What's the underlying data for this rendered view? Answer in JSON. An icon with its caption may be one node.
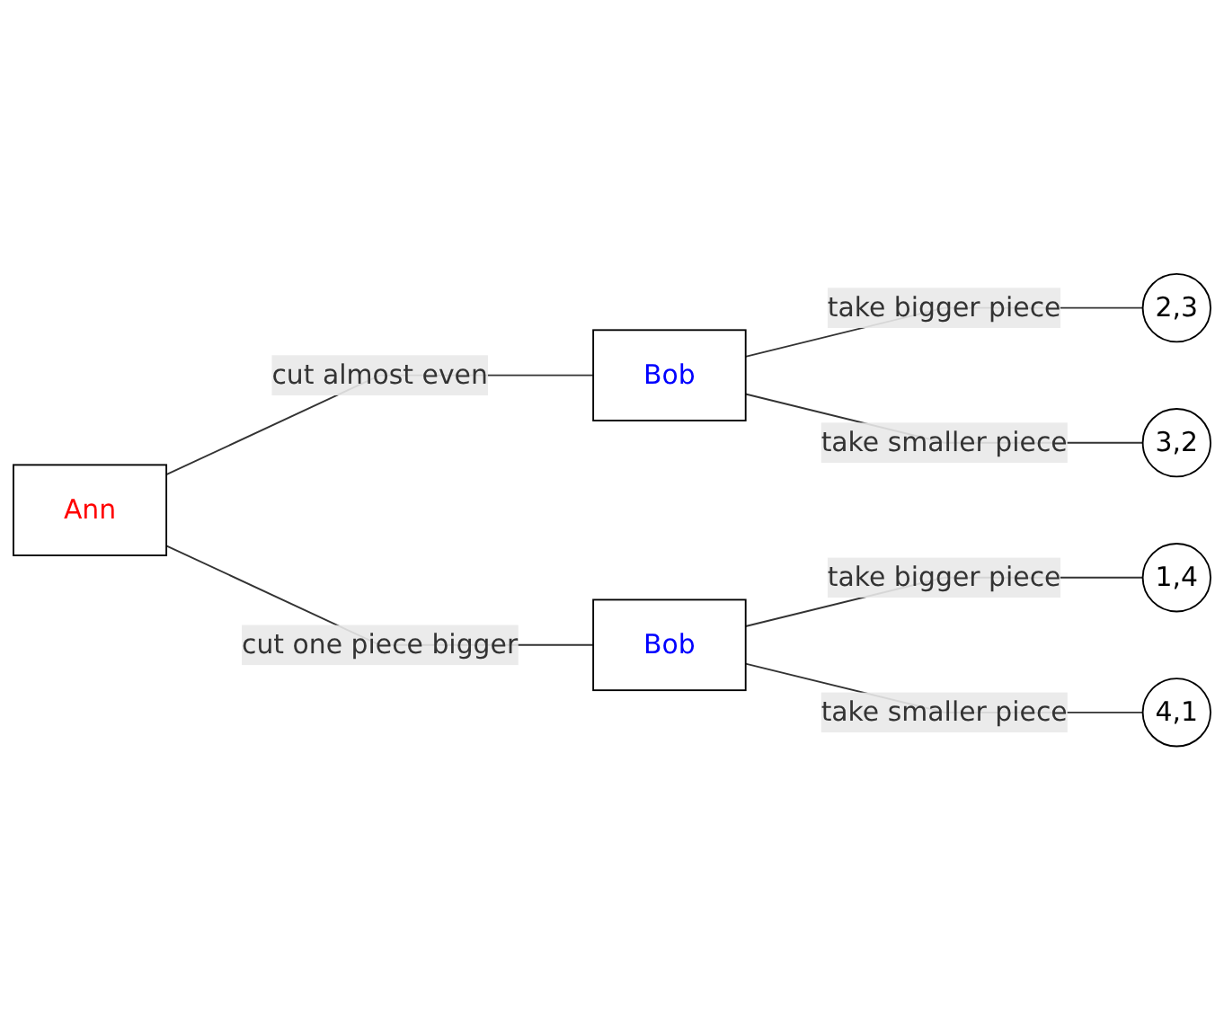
{
  "diagram": {
    "nodes": [
      {
        "text": [
          "Ann"
        ]
      },
      {
        "text": [
          "Bob"
        ]
      },
      {
        "text": [
          "Bob"
        ]
      },
      {
        "text": [
          "2,3"
        ]
      },
      {
        "text": [
          "3,2"
        ]
      },
      {
        "text": [
          "1,4"
        ]
      },
      {
        "text": [
          "4,1"
        ]
      }
    ],
    "edges": [
      {
        "from": 0,
        "to": 1,
        "arrow": "none",
        "label": "cut almost even"
      },
      {
        "from": 0,
        "to": 2,
        "arrow": "none",
        "label": "cut one piece bigger"
      },
      {
        "from": 1,
        "to": 3,
        "arrow": "none",
        "label": "take bigger piece"
      },
      {
        "from": 1,
        "to": 4,
        "arrow": "none",
        "label": "take smaller piece"
      },
      {
        "from": 2,
        "to": 5,
        "arrow": "none",
        "label": "take bigger piece"
      },
      {
        "from": 2,
        "to": 6,
        "arrow": "none",
        "label": "take smaller piece"
      }
    ]
  }
}
